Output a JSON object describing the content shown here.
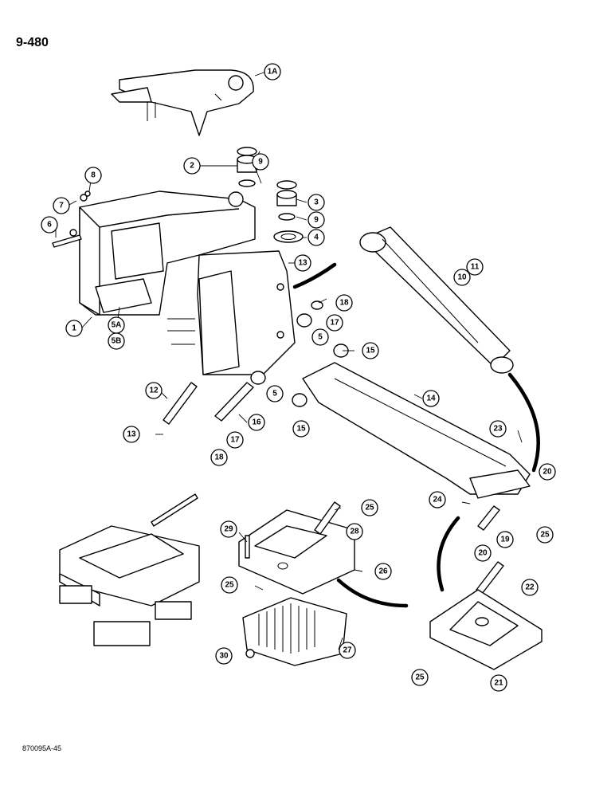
{
  "header": {
    "page_number": "9-480"
  },
  "footer": {
    "figure_code": "870095A-45"
  },
  "callouts": [
    {
      "id": "c1A",
      "label": "1A"
    },
    {
      "id": "c2",
      "label": "2"
    },
    {
      "id": "c9a",
      "label": "9"
    },
    {
      "id": "c3",
      "label": "3"
    },
    {
      "id": "c9b",
      "label": "9"
    },
    {
      "id": "c4",
      "label": "4"
    },
    {
      "id": "c8",
      "label": "8"
    },
    {
      "id": "c7",
      "label": "7"
    },
    {
      "id": "c6",
      "label": "6"
    },
    {
      "id": "c1",
      "label": "1"
    },
    {
      "id": "c5A",
      "label": "5A"
    },
    {
      "id": "c5B",
      "label": "5B"
    },
    {
      "id": "c13a",
      "label": "13"
    },
    {
      "id": "c11",
      "label": "11"
    },
    {
      "id": "c10",
      "label": "10"
    },
    {
      "id": "c18a",
      "label": "18"
    },
    {
      "id": "c17a",
      "label": "17"
    },
    {
      "id": "c5a",
      "label": "5"
    },
    {
      "id": "c15a",
      "label": "15"
    },
    {
      "id": "c5b",
      "label": "5"
    },
    {
      "id": "c14",
      "label": "14"
    },
    {
      "id": "c12",
      "label": "12"
    },
    {
      "id": "c16",
      "label": "16"
    },
    {
      "id": "c13b",
      "label": "13"
    },
    {
      "id": "c17b",
      "label": "17"
    },
    {
      "id": "c18b",
      "label": "18"
    },
    {
      "id": "c15b",
      "label": "15"
    },
    {
      "id": "c23",
      "label": "23"
    },
    {
      "id": "c20a",
      "label": "20"
    },
    {
      "id": "c24",
      "label": "24"
    },
    {
      "id": "c25a",
      "label": "25"
    },
    {
      "id": "c29",
      "label": "29"
    },
    {
      "id": "c28",
      "label": "28"
    },
    {
      "id": "c19",
      "label": "19"
    },
    {
      "id": "c20b",
      "label": "20"
    },
    {
      "id": "c25b",
      "label": "25"
    },
    {
      "id": "c26",
      "label": "26"
    },
    {
      "id": "c25c",
      "label": "25"
    },
    {
      "id": "c22",
      "label": "22"
    },
    {
      "id": "c27",
      "label": "27"
    },
    {
      "id": "c30",
      "label": "30"
    },
    {
      "id": "c25d",
      "label": "25"
    },
    {
      "id": "c21",
      "label": "21"
    }
  ]
}
